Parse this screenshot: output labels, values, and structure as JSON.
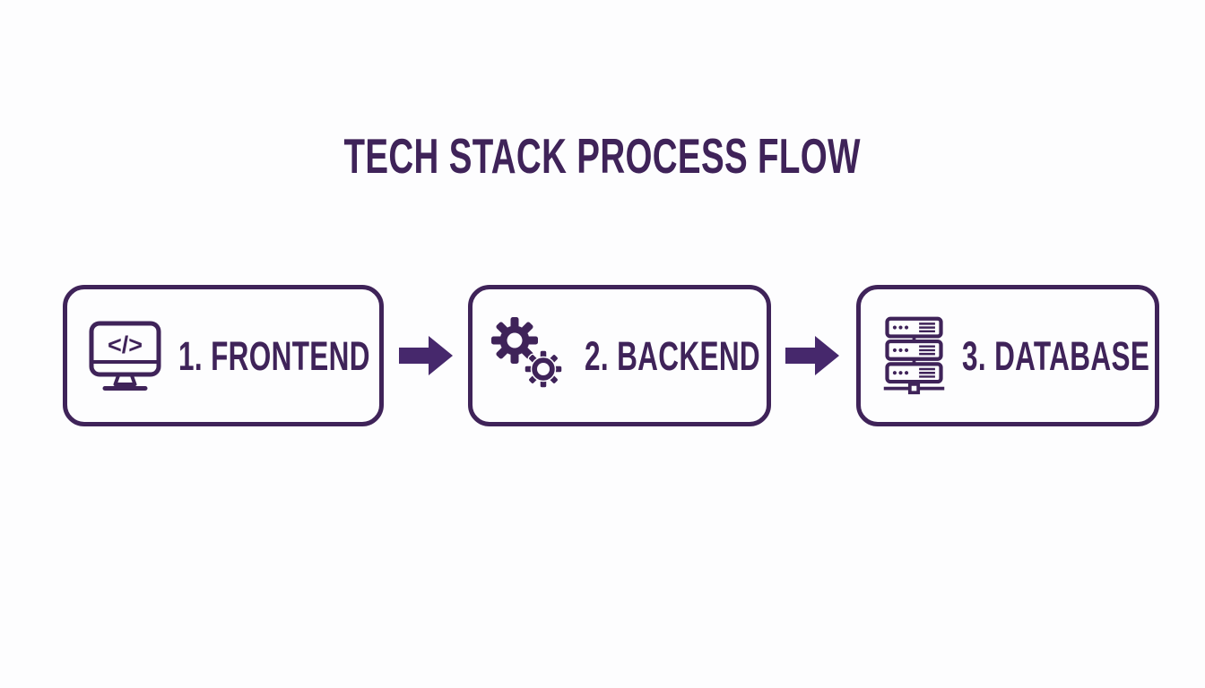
{
  "title": "TECH STACK PROCESS FLOW",
  "colors": {
    "primary": "#3f2359",
    "arrow_fill": "#46286c",
    "background": "#fdfdfe"
  },
  "steps": [
    {
      "label": "1. FRONTEND",
      "icon": "monitor-code-icon"
    },
    {
      "label": "2. BACKEND",
      "icon": "gears-icon"
    },
    {
      "label": "3. DATABASE",
      "icon": "server-stack-icon"
    }
  ],
  "monitor_code_text": "</>",
  "connectors": [
    {
      "icon": "arrow-right-icon",
      "direction": "right"
    },
    {
      "icon": "arrow-right-icon",
      "direction": "right"
    }
  ]
}
